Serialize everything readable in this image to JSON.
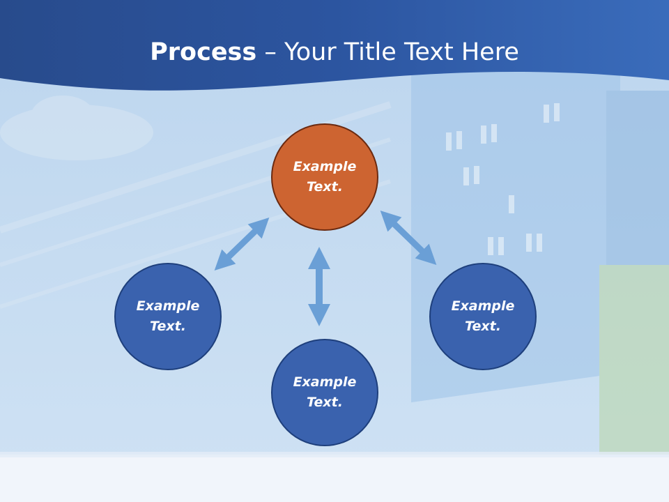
{
  "title": {
    "bold": "Process",
    "rest": " – Your Title Text Here"
  },
  "nodes": [
    {
      "label": "Example Text.",
      "color": "#cd6431"
    },
    {
      "label": "Example Text.",
      "color": "#3a62ae"
    },
    {
      "label": "Example Text.",
      "color": "#3a62ae"
    },
    {
      "label": "Example Text.",
      "color": "#3a62ae"
    }
  ],
  "colors": {
    "header": "#2a5298",
    "arrow": "#6a9fd6",
    "node_blue": "#3a62ae",
    "node_orange": "#cd6431"
  }
}
